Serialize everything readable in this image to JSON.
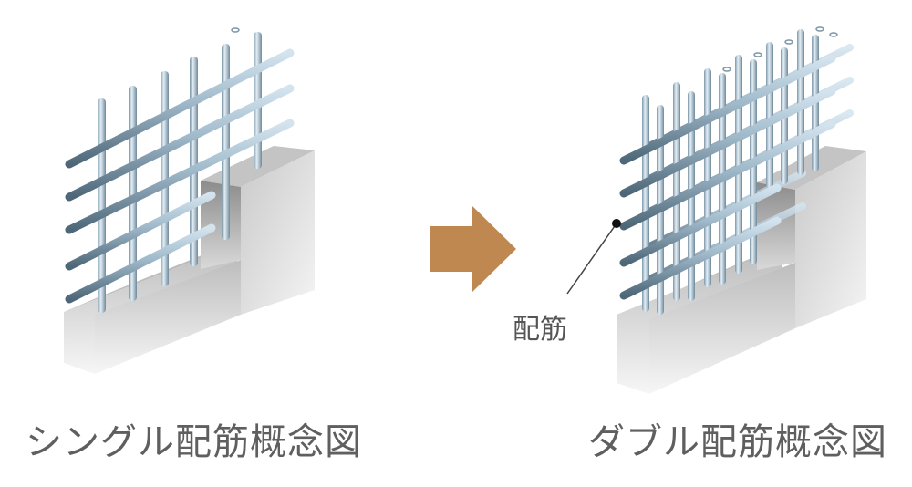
{
  "captions": {
    "single": "シングル配筋概念図",
    "double": "ダブル配筋概念図"
  },
  "callout": {
    "label": "配筋"
  },
  "arrow": {
    "color": "#bf8850",
    "icon": "right-arrow-icon"
  },
  "colors": {
    "rebar_light": "#b9d0e0",
    "rebar_dark": "#5f7b8e",
    "concrete_light": "#ededed",
    "concrete_dark": "#9a9a9a",
    "caption_text": "#5f5f5f"
  }
}
